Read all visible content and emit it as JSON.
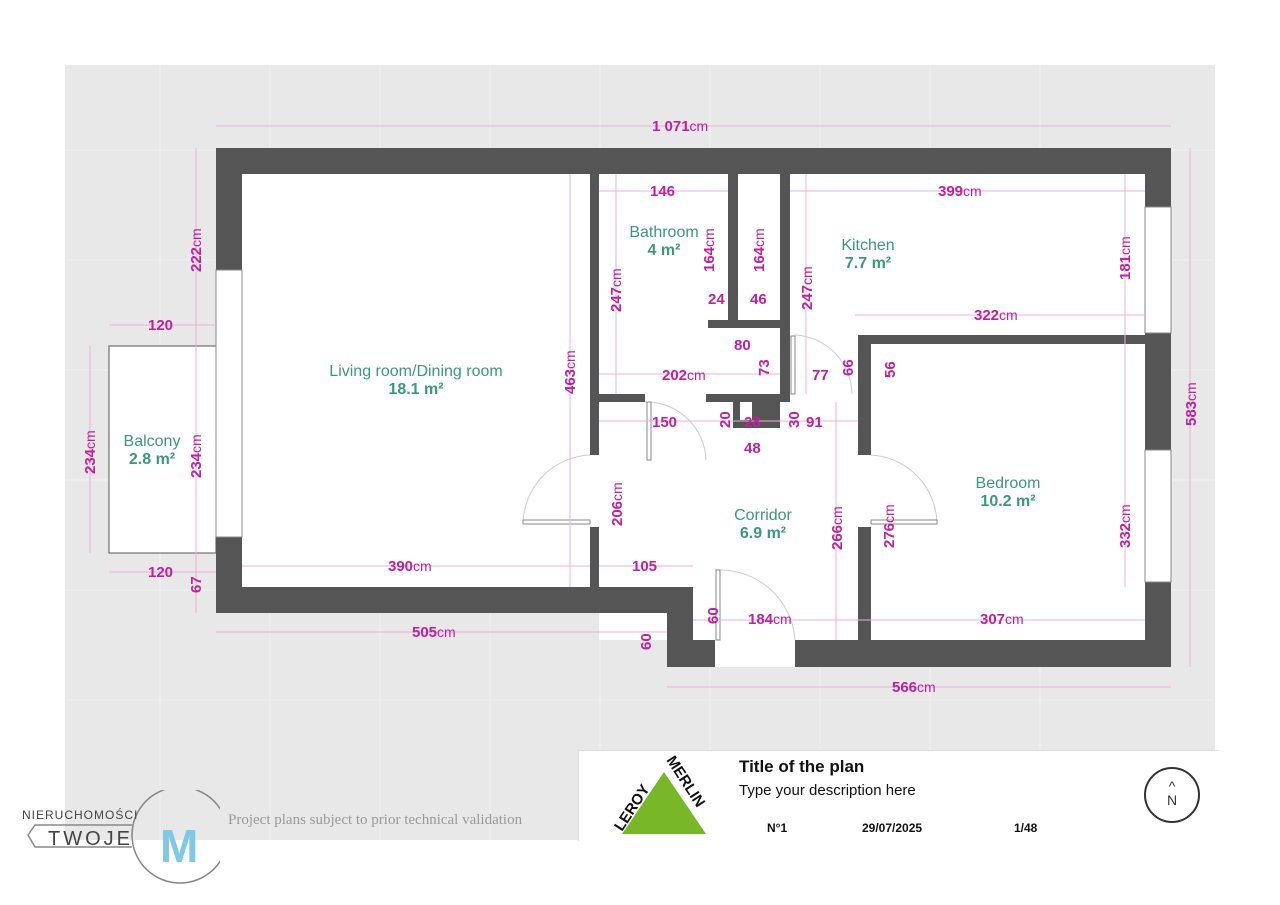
{
  "plan": {
    "rooms": [
      {
        "name": "Living room/Dining room",
        "area": "18.1 m²"
      },
      {
        "name": "Bathroom",
        "area": "4 m²"
      },
      {
        "name": "Kitchen",
        "area": "7.7 m²"
      },
      {
        "name": "Balcony",
        "area": "2.8 m²"
      },
      {
        "name": "Corridor",
        "area": "6.9 m²"
      },
      {
        "name": "Bedroom",
        "area": "10.2 m²"
      }
    ],
    "unit": "cm",
    "dims": {
      "total_width": "1 071",
      "total_height": "583",
      "bottom_right": "566",
      "bottom_left": "505",
      "left_top": "222",
      "balcony_top": "120",
      "balcony_bottom": "120",
      "balcony_height": "234",
      "balcony_inner": "234",
      "left_bottom": "67",
      "living_width": "390",
      "living_height": "463",
      "bath_width": "146",
      "bath_h1": "164",
      "bath_h2": "164",
      "bath_247": "247",
      "kitchen_247": "247",
      "d24": "24",
      "d46": "46",
      "d80": "80",
      "d73": "73",
      "bath_202": "202",
      "kitchen_width": "399",
      "kitchen_window": "181",
      "kitchen_322": "322",
      "d77": "77",
      "d66": "66",
      "d56": "56",
      "d150": "150",
      "d20": "20",
      "d28": "28",
      "d30": "30",
      "d91": "91",
      "d48": "48",
      "d206": "206",
      "d105": "105",
      "d266": "266",
      "d276": "276",
      "bed_332": "332",
      "d60a": "60",
      "d60b": "60",
      "d184": "184",
      "bed_307": "307"
    }
  },
  "titleblock": {
    "title": "Title of the plan",
    "description": "Type your description here",
    "number": "N°1",
    "date": "29/07/2025",
    "page": "1/48",
    "north": "N",
    "logo_text": "LEROY MERLIN"
  },
  "disclaimer": "Project plans subject to prior technical validation",
  "watermark": {
    "top": "NIERUCHOMOŚCI",
    "middle": "TWOJE",
    "letter": "M"
  },
  "colors": {
    "wall": "#555555",
    "dimension": "#c0209c",
    "room": "#3a9a78",
    "logo_green": "#78b828"
  }
}
